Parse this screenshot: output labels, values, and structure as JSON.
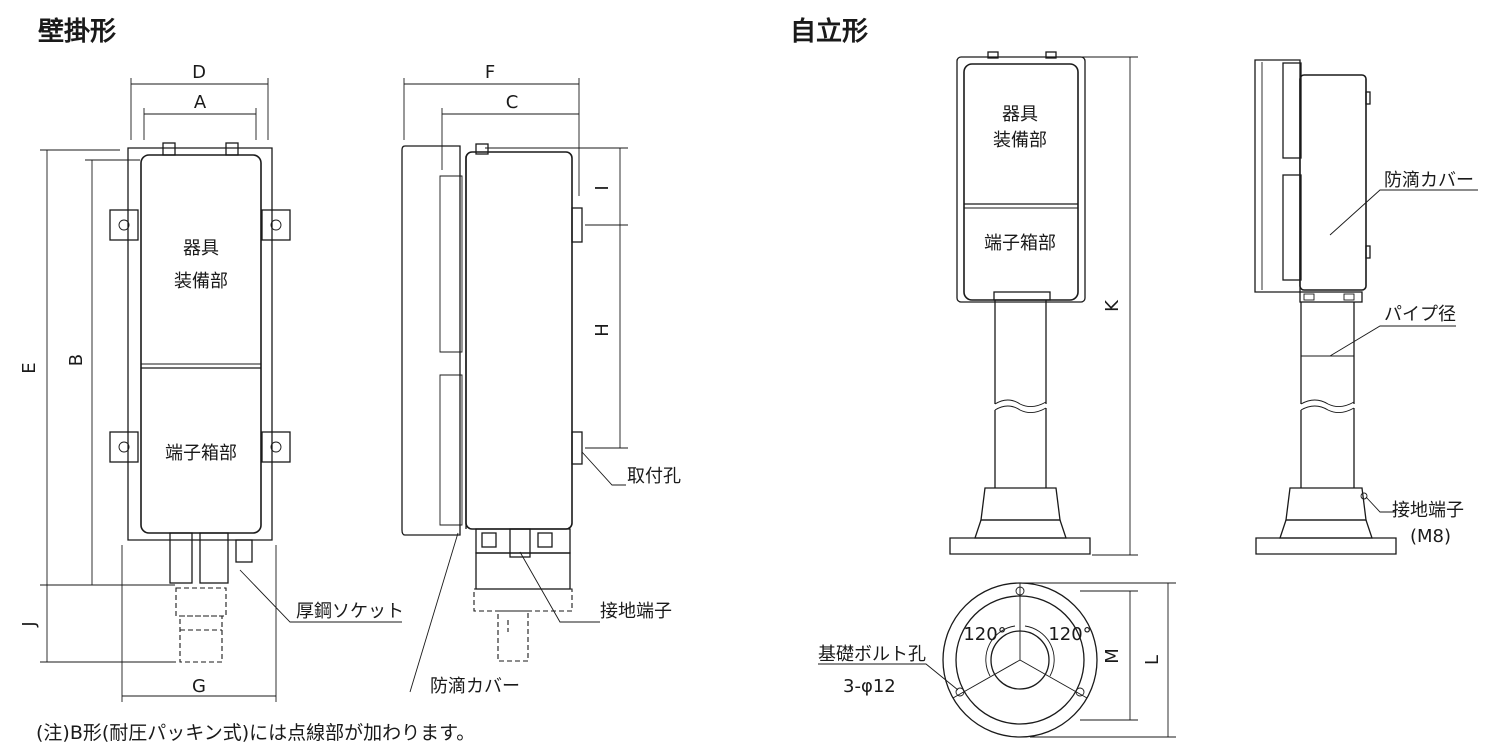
{
  "titles": {
    "wall": "壁掛形",
    "stand": "自立形"
  },
  "labels": {
    "instrument1": "器具",
    "instrument2": "装備部",
    "terminal_box": "端子箱部",
    "thick_socket": "厚鋼ソケット",
    "ground_terminal": "接地端子",
    "drip_cover": "防滴カバー",
    "mount_hole": "取付孔",
    "pipe_diameter": "パイプ径",
    "ground_terminal_m8": "(M8)",
    "foundation_bolt": "基礎ボルト孔",
    "bolt_spec": "3-φ12",
    "angle1": "120°",
    "angle2": "120°"
  },
  "dimensions": {
    "A": "A",
    "B": "B",
    "C": "C",
    "D": "D",
    "E": "E",
    "F": "F",
    "G": "G",
    "H": "H",
    "I": "I",
    "J": "J",
    "K": "K",
    "L": "L",
    "M": "M"
  },
  "note": "(注)B形(耐圧パッキン式)には点線部が加わります。",
  "colors": {
    "line": "#1a1a1a",
    "background": "#ffffff"
  }
}
